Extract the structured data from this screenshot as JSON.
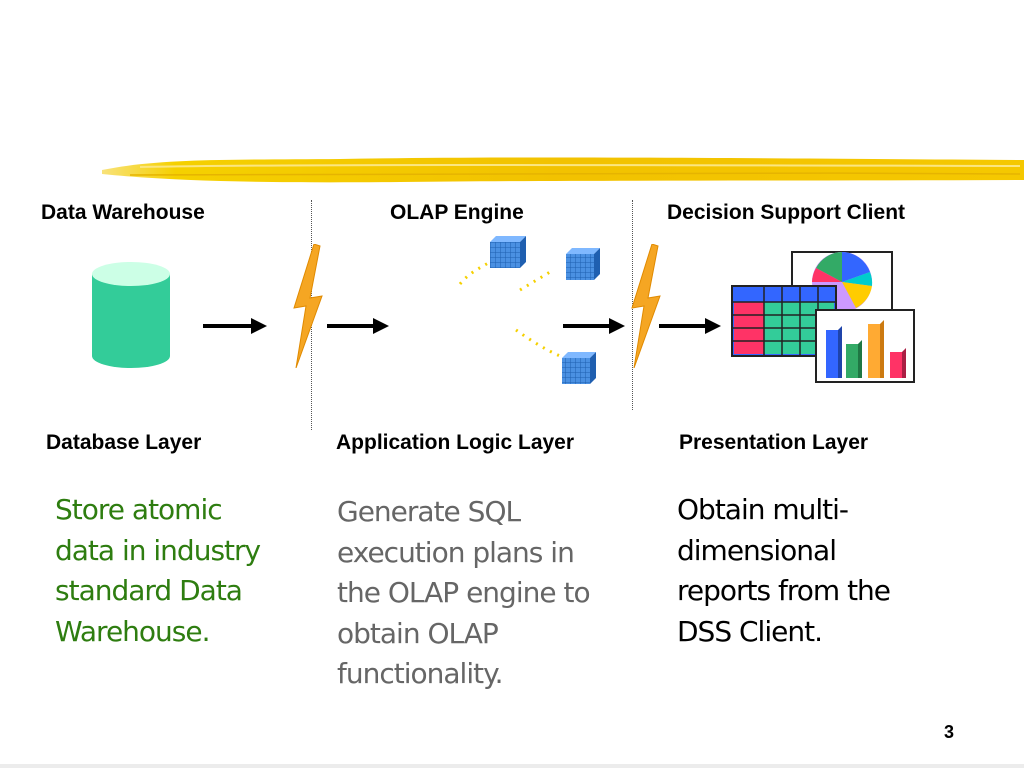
{
  "columns": [
    {
      "title": "Data Warehouse",
      "layer": "Database Layer",
      "description": "Store atomic data in industry standard Data Warehouse.",
      "description_lines": [
        "Store atomic",
        "data in industry",
        "standard Data",
        "Warehouse."
      ],
      "text_color": "#2e7d10"
    },
    {
      "title": "OLAP Engine",
      "layer": "Application Logic Layer",
      "description": "Generate SQL execution plans in the OLAP engine to obtain OLAP functionality.",
      "description_lines": [
        "Generate SQL",
        "execution plans in",
        "the OLAP engine to",
        "obtain OLAP",
        "functionality."
      ],
      "text_color": "#666666"
    },
    {
      "title": "Decision Support Client",
      "layer": "Presentation Layer",
      "description": "Obtain multi-dimensional reports from the DSS Client.",
      "description_lines": [
        "Obtain multi-",
        "dimensional",
        "reports from the",
        "DSS Client."
      ],
      "text_color": "#000000"
    }
  ],
  "page_number": "3",
  "colors": {
    "highlighter": "#f5d000",
    "database_cylinder": "#33cc99",
    "lightning": "#f5a623",
    "cube": "#2f7fe0"
  },
  "icons": [
    "database-icon",
    "lightning-icon",
    "arrow-icon",
    "cube-icon",
    "table-icon",
    "pie-chart-icon",
    "bar-chart-icon"
  ]
}
